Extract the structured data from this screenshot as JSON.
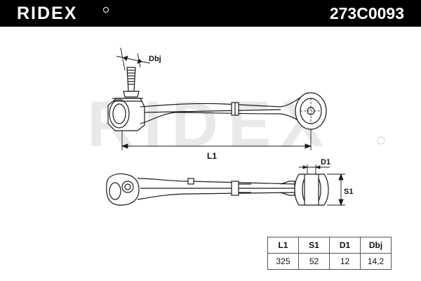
{
  "header": {
    "brand": "RIDEX",
    "part_number": "273C0093"
  },
  "watermark": {
    "text": "RIDEX"
  },
  "dimension_labels": {
    "dbj": "Dbj",
    "l1": "L1",
    "d1": "D1",
    "s1": "S1"
  },
  "specs_table": {
    "headers": [
      "L1",
      "S1",
      "D1",
      "Dbj"
    ],
    "values": [
      "325",
      "52",
      "12",
      "14,2"
    ]
  },
  "colors": {
    "header_bg": "#000000",
    "header_text": "#ffffff",
    "watermark": "#e8e8e8",
    "line": "#1a1a1a"
  }
}
